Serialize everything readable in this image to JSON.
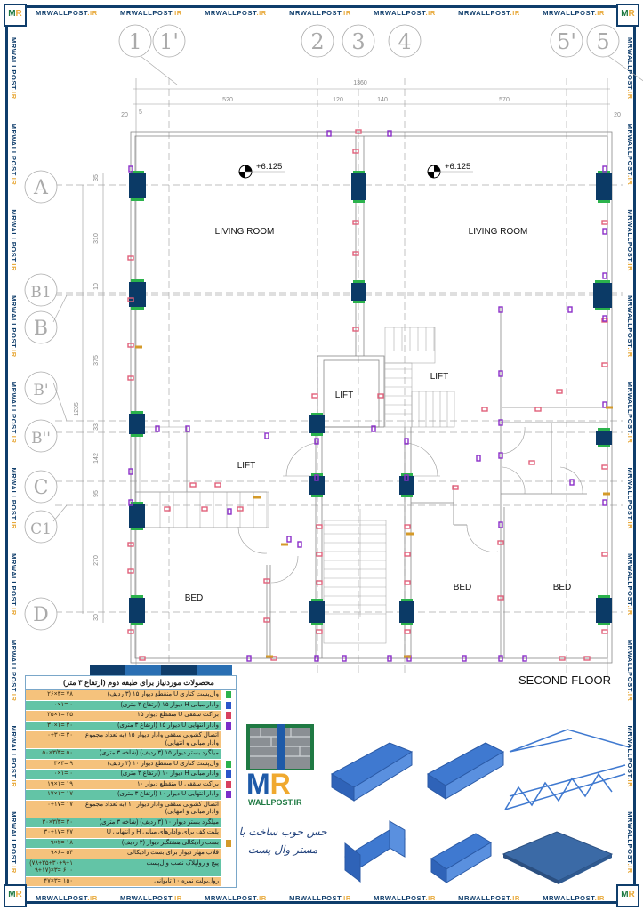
{
  "watermark": {
    "brand": "MRWALLPOST",
    "suffix": ".IR"
  },
  "grid_top": [
    "1",
    "1'",
    "2",
    "3",
    "4",
    "5'",
    "5"
  ],
  "grid_left": [
    "A",
    "B1",
    "B",
    "B'",
    "B''",
    "C",
    "C1",
    "D"
  ],
  "dims_top": {
    "total": "1360",
    "segments": [
      "520",
      "120",
      "140",
      "570"
    ],
    "edge_left": "20",
    "edge_left_small": "5",
    "edge_right": "20"
  },
  "dims_left": {
    "total": "1235",
    "segments": [
      "35",
      "310",
      "10",
      "375",
      "33",
      "142",
      "95",
      "270",
      "30"
    ]
  },
  "plan": {
    "rooms": {
      "living_left": "LIVING ROOM",
      "living_right": "LIVING ROOM",
      "lift_center": "LIFT",
      "lift_right": "LIFT",
      "lift_left": "LIFT",
      "bed_left": "BED",
      "bed_mid": "BED",
      "bed_right": "BED"
    },
    "level_left": "+6.125",
    "level_right": "+6.125",
    "title": "SECOND FLOOR"
  },
  "colors": {
    "column": "#0b3a66",
    "wallpost": "#2bb24c",
    "bracket": "#e0607a",
    "end_stud": "#8b2fc9",
    "tie": "#d49a2a",
    "row_orange": "#f5c27c",
    "row_teal": "#63c4a6",
    "frame": "#0f3d6b",
    "accent": "#e8a93a"
  },
  "table": {
    "title": "محصولات موردنیاز برای طبقه دوم (ارتفاع ۳ متر)",
    "rows": [
      {
        "label": "وال‌پست کناری U منقطع دیوار ۱۵ (۳ ردیف)",
        "value": "۲۶×۳= ۷۸",
        "icon": "wallpost-u-icon",
        "color": "#2bb24c"
      },
      {
        "label": "وادار میانی H دیوار ۱۵ (ارتفاع ۳ متری)",
        "value": "۰×۱= ۰",
        "icon": "stud-h-icon",
        "color": "#2a55c9"
      },
      {
        "label": "براکت سقفی U منقطع دیوار ۱۵",
        "value": "۳۵×۱= ۳۵",
        "icon": "ceiling-bracket-icon",
        "color": "#d8405e"
      },
      {
        "label": "وادار انتهایی U دیوار ۱۵ (ارتفاع ۳ متری)",
        "value": "۳۰×۱= ۳۰",
        "icon": "end-stud-icon",
        "color": "#7b2fc9"
      },
      {
        "label": "اتصال کشویی سقفی وادار دیوار ۱۵ (به تعداد مجموع وادار میانی و انتهایی)",
        "value": "۰+۳۰= ۳۰",
        "icon": "",
        "color": ""
      },
      {
        "label": "میلگرد بستر دیوار ۱۵ (۳ ردیف) (شاخه ۳ متری)",
        "value": "۵۰×۳/۳= ۵۰",
        "icon": "",
        "color": ""
      },
      {
        "label": "وال‌پست کناری U منقطع دیوار ۱۰ (۳ ردیف)",
        "value": "۳×۳= ۹",
        "icon": "wallpost-u-icon",
        "color": "#2bb24c"
      },
      {
        "label": "وادار میانی H دیوار ۱۰ (ارتفاع ۳ متری)",
        "value": "۰×۱= ۰",
        "icon": "stud-h-icon",
        "color": "#2a55c9"
      },
      {
        "label": "براکت سقفی U منقطع دیوار ۱۰",
        "value": "۱۹×۱= ۱۹",
        "icon": "ceiling-bracket-icon",
        "color": "#d8405e"
      },
      {
        "label": "وادار انتهایی U دیوار ۱۰ (ارتفاع ۳ متری)",
        "value": "۱۷×۱= ۱۷",
        "icon": "end-stud-icon",
        "color": "#7b2fc9"
      },
      {
        "label": "اتصال کشویی سقفی وادار دیوار ۱۰ (به تعداد مجموع وادار میانی و انتهایی)",
        "value": "۰+۱۷= ۱۷",
        "icon": "",
        "color": ""
      },
      {
        "label": "میلگرد بستر دیوار ۱۰ (۳ ردیف) (شاخه ۳ متری)",
        "value": "۳۰×۳/۳= ۳۰",
        "icon": "",
        "color": ""
      },
      {
        "label": "پلیت کف برای وادارهای میانی H و انتهایی U",
        "value": "۳۰+۱۷= ۴۷",
        "icon": "",
        "color": ""
      },
      {
        "label": "بست رادیکالی هشتگیر دیوار (۳ ردیف)",
        "value": "۹×۲= ۱۸",
        "icon": "radical-tie-icon",
        "color": "#d49a2a"
      },
      {
        "label": "قلاب مهار دیوار برای بست رادیکالی",
        "value": "۹×۶= ۵۴",
        "icon": "",
        "color": ""
      },
      {
        "label": "پیچ و رولپلاک نصب وال‌پست",
        "value": "(۷۸+۳۵+۳۰+۹+۱۹+۱۷)×۳= ۶۰۰",
        "icon": "",
        "color": ""
      },
      {
        "label": "رول‌بولت نمره ۱۰ تایوانی",
        "value": "۴۷×۳= ۱۵۰",
        "icon": "",
        "color": ""
      }
    ]
  },
  "logo": {
    "letters": "MR",
    "site": "WALLPOST.IR",
    "slogan": "حس خوب ساخت با مستر وال پست"
  }
}
